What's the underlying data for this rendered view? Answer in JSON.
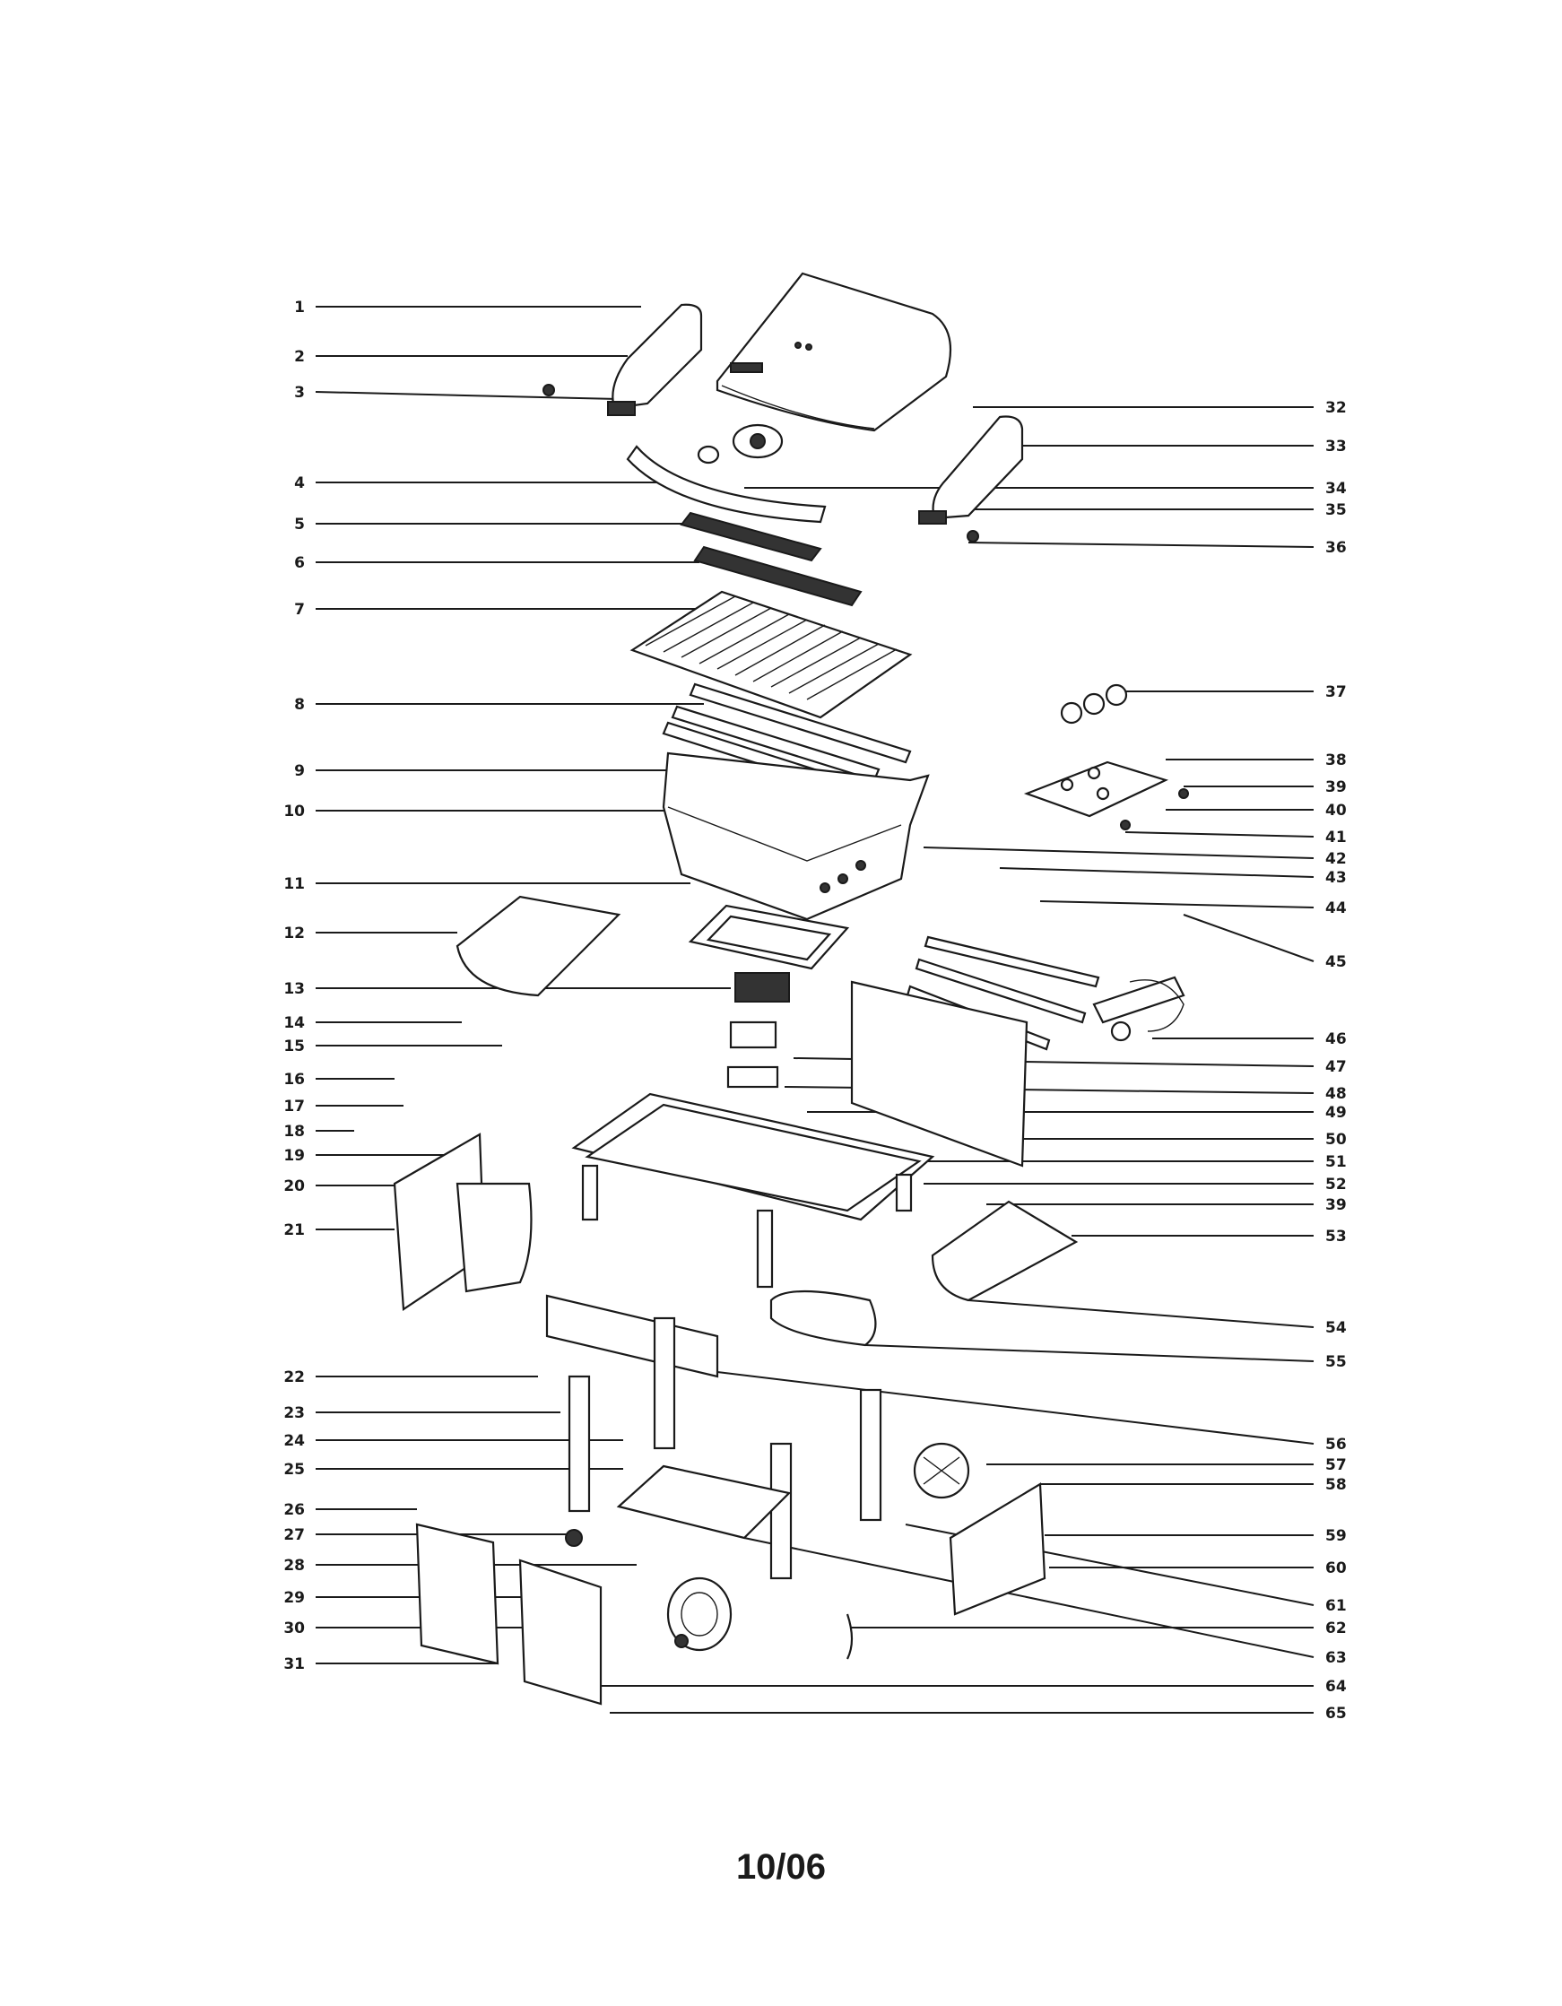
{
  "left_callouts": [
    "1",
    "2",
    "3",
    "4",
    "5",
    "6",
    "7",
    "8",
    "9",
    "10",
    "11",
    "12",
    "13",
    "14",
    "15",
    "16",
    "17",
    "18",
    "19",
    "20",
    "21",
    "22",
    "23",
    "24",
    "25",
    "26",
    "27",
    "28",
    "29",
    "30",
    "31"
  ],
  "right_callouts": [
    "32",
    "33",
    "34",
    "35",
    "36",
    "37",
    "38",
    "39",
    "40",
    "41",
    "42",
    "43",
    "44",
    "45",
    "46",
    "47",
    "48",
    "49",
    "50",
    "51",
    "52",
    "39",
    "53",
    "54",
    "55",
    "56",
    "57",
    "58",
    "59",
    "60",
    "61",
    "62",
    "63",
    "64",
    "65"
  ],
  "footer": {
    "date": "10/06"
  }
}
